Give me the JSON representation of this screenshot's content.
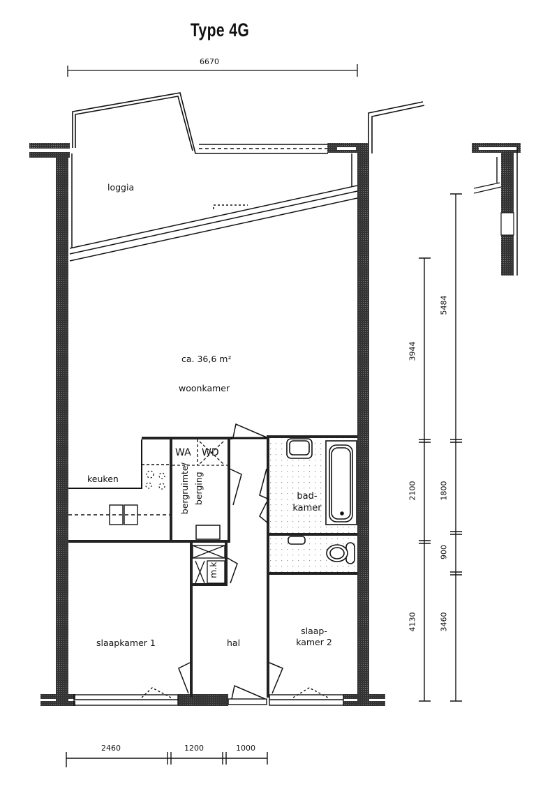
{
  "title": "Type 4G",
  "overall_width": "6670",
  "rooms": {
    "loggia": "loggia",
    "area": "ca. 36,6 m²",
    "woonkamer": "woonkamer",
    "keuken": "keuken",
    "wa": "WA",
    "wd": "WD",
    "berging_1": "bergruimte/",
    "berging_2": "berging",
    "mk": "m.k",
    "bad_1": "bad-",
    "bad_2": "kamer",
    "slaapkamer1": "slaapkamer 1",
    "hal": "hal",
    "slaap2_1": "slaap-",
    "slaap2_2": "kamer 2"
  },
  "dimensions": {
    "bottom": [
      "2460",
      "1200",
      "1000"
    ],
    "right_inner": [
      "3944",
      "2100",
      "4130"
    ],
    "right_outer": [
      "5484",
      "1800",
      "900",
      "3460"
    ]
  },
  "colors": {
    "wall": "#2a2a2a",
    "line": "#111111",
    "background": "#ffffff"
  }
}
